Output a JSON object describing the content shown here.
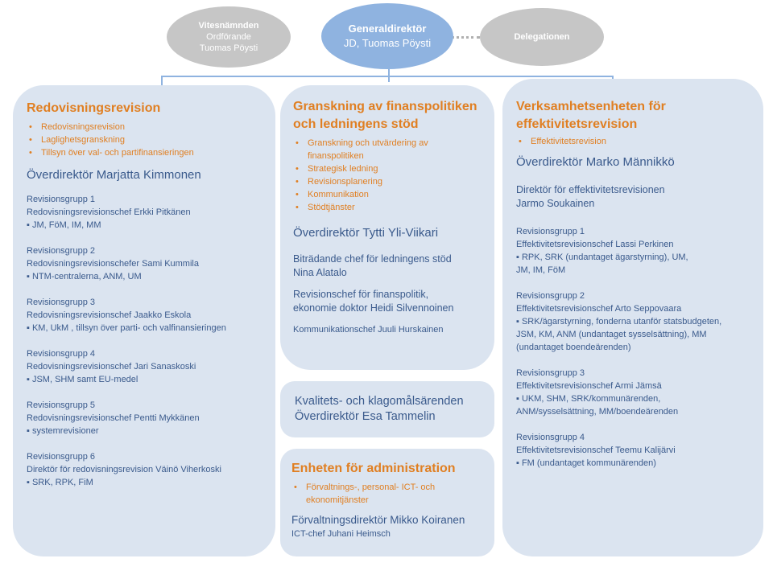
{
  "top": {
    "left_oval": {
      "title": "Vitesnämnden",
      "role": "Ordförande",
      "name": "Tuomas Pöysti"
    },
    "center_oval": {
      "title": "Generaldirektör",
      "name": "JD, Tuomas Pöysti"
    },
    "right_oval": {
      "title": "Delegationen"
    }
  },
  "left_panel": {
    "title": "Redovisningsrevision",
    "bullets": [
      "Redovisningsrevision",
      "Laglighetsgranskning",
      "Tillsyn över val- och partifinansieringen"
    ],
    "head": "Överdirektör Marjatta Kimmonen",
    "groups": [
      {
        "name": "Revisionsgrupp 1",
        "chief": "Redovisningsrevisionschef Erkki Pitkänen",
        "scope": "▪ JM, FöM, IM, MM"
      },
      {
        "name": "Revisionsgrupp 2",
        "chief": "Redovisningsrevisionschefer Sami Kummila",
        "scope": "▪ NTM-centralerna, ANM, UM"
      },
      {
        "name": "Revisionsgrupp 3",
        "chief": "Redovisningsrevisionschef Jaakko Eskola",
        "scope": "▪ KM, UkM , tillsyn över parti- och valfinansieringen"
      },
      {
        "name": "Revisionsgrupp 4",
        "chief": "Redovisningsrevisionschef Jari Sanaskoski",
        "scope": "▪ JSM, SHM samt EU-medel"
      },
      {
        "name": "Revisionsgrupp 5",
        "chief": "Redovisningsrevisionschef Pentti Mykkänen",
        "scope": "▪ systemrevisioner"
      },
      {
        "name": "Revisionsgrupp 6",
        "chief": "Direktör för redovisningsrevision Väinö Viherkoski",
        "scope": "▪ SRK, RPK, FiM"
      }
    ]
  },
  "mid_panel": {
    "title_line1": "Granskning av finanspolitiken",
    "title_line2": "och ledningens stöd",
    "bullets": [
      "Granskning och utvärdering av finanspolitiken",
      "Strategisk ledning",
      "Revisionsplanering",
      "Kommunikation",
      "Stödtjänster"
    ],
    "head": "Överdirektör Tytti Yli-Viikari",
    "sub1_line1": "Biträdande chef för ledningens stöd",
    "sub1_line2": "Nina Alatalo",
    "sub2_line1": "Revisionschef för finanspolitik,",
    "sub2_line2": "ekonomie doktor Heidi Silvennoinen",
    "sub3": "Kommunikationschef Juuli Hurskainen"
  },
  "quality_panel": {
    "line1": "Kvalitets- och klagomålsärenden",
    "line2": "Överdirektör Esa Tammelin"
  },
  "admin_panel": {
    "title": "Enheten för administration",
    "bullets": [
      "Förvaltnings-, personal- ICT- och ekonomitjänster"
    ],
    "head": "Förvaltningsdirektör Mikko Koiranen",
    "sub": "ICT-chef Juhani Heimsch"
  },
  "right_panel": {
    "title_line1": "Verksamhetsenheten för",
    "title_line2": "effektivitetsrevision",
    "bullets": [
      "Effektivitetsrevision"
    ],
    "head": "Överdirektör Marko Männikkö",
    "director_line1": "Direktör för effektivitetsrevisionen",
    "director_line2": "Jarmo Soukainen",
    "groups": [
      {
        "name": "Revisionsgrupp 1",
        "chief": "Effektivitetsrevisionschef Lassi Perkinen",
        "scope1": "▪ RPK, SRK (undantaget ägarstyrning), UM,",
        "scope2": "JM, IM, FöM",
        "scope3": ""
      },
      {
        "name": "Revisionsgrupp 2",
        "chief": "Effektivitetsrevisionschef Arto Seppovaara",
        "scope1": "▪ SRK/ägarstyrning, fonderna utanför statsbudgeten,",
        "scope2": "JSM, KM, ANM (undantaget sysselsättning), MM",
        "scope3": "(undantaget boendeärenden)"
      },
      {
        "name": "Revisionsgrupp 3",
        "chief": "Effektivitetsrevisionschef Armi Jämsä",
        "scope1": "▪ UKM, SHM, SRK/kommunärenden,",
        "scope2": "ANM/sysselsättning, MM/boendeärenden",
        "scope3": ""
      },
      {
        "name": "Revisionsgrupp 4",
        "chief": "Effektivitetsrevisionschef Teemu Kalijärvi",
        "scope1": "▪ FM (undantaget kommunärenden)",
        "scope2": "",
        "scope3": ""
      }
    ]
  }
}
